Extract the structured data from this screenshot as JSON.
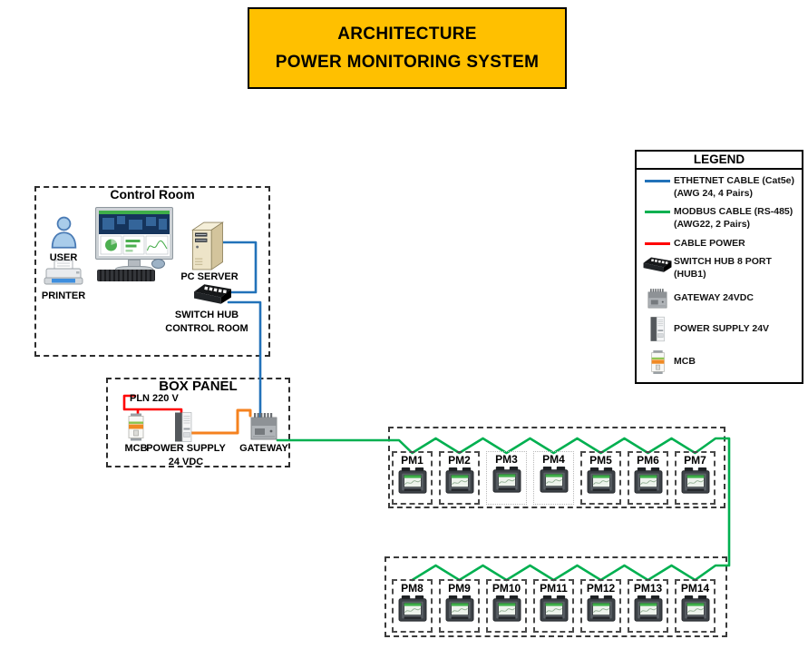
{
  "title": {
    "line1": "ARCHITECTURE",
    "line2": "POWER MONITORING SYSTEM"
  },
  "control_room": {
    "title": "Control Room",
    "user_label": "USER",
    "printer_label": "PRINTER",
    "pc_server_label": "PC SERVER",
    "switch_hub_line1": "SWITCH HUB",
    "switch_hub_line2": "CONTROL ROOM"
  },
  "box_panel": {
    "title": "BOX PANEL",
    "power_source_label": "PLN 220 V",
    "mcb_label": "MCB",
    "power_supply_line1": "POWER SUPPLY",
    "power_supply_line2": "24 VDC",
    "gateway_label": "GATEWAY"
  },
  "legend": {
    "title": "LEGEND",
    "items": [
      {
        "swatch": "ethernet-cable-line",
        "line1": "ETHETNET CABLE (Cat5e)",
        "line2": "(AWG 24, 4 Pairs)"
      },
      {
        "swatch": "modbus-cable-line",
        "line1": "MODBUS CABLE (RS-485)",
        "line2": "(AWG22, 2 Pairs)"
      },
      {
        "swatch": "power-cable-line",
        "line1": "CABLE POWER",
        "line2": ""
      },
      {
        "swatch": "switch-hub-icon",
        "line1": "SWITCH HUB 8 PORT",
        "line2": "(HUB1)"
      },
      {
        "swatch": "gateway-icon",
        "line1": "GATEWAY 24VDC",
        "line2": ""
      },
      {
        "swatch": "power-supply-icon",
        "line1": "POWER SUPPLY 24V",
        "line2": ""
      },
      {
        "swatch": "mcb-icon",
        "line1": "MCB",
        "line2": ""
      }
    ]
  },
  "pm_rows": [
    {
      "items": [
        {
          "label": "PM1"
        },
        {
          "label": "PM2"
        },
        {
          "label": "PM3"
        },
        {
          "label": "PM4"
        },
        {
          "label": "PM5"
        },
        {
          "label": "PM6"
        },
        {
          "label": "PM7"
        }
      ]
    },
    {
      "items": [
        {
          "label": "PM8"
        },
        {
          "label": "PM9"
        },
        {
          "label": "PM10"
        },
        {
          "label": "PM11"
        },
        {
          "label": "PM12"
        },
        {
          "label": "PM13"
        },
        {
          "label": "PM14"
        }
      ]
    }
  ],
  "colors": {
    "ethernet_cable": "#2272B9",
    "modbus_cable": "#00B050",
    "power_cable": "#FF0000",
    "dc_cable": "#F5821F",
    "title_bg": "#FFC000"
  }
}
